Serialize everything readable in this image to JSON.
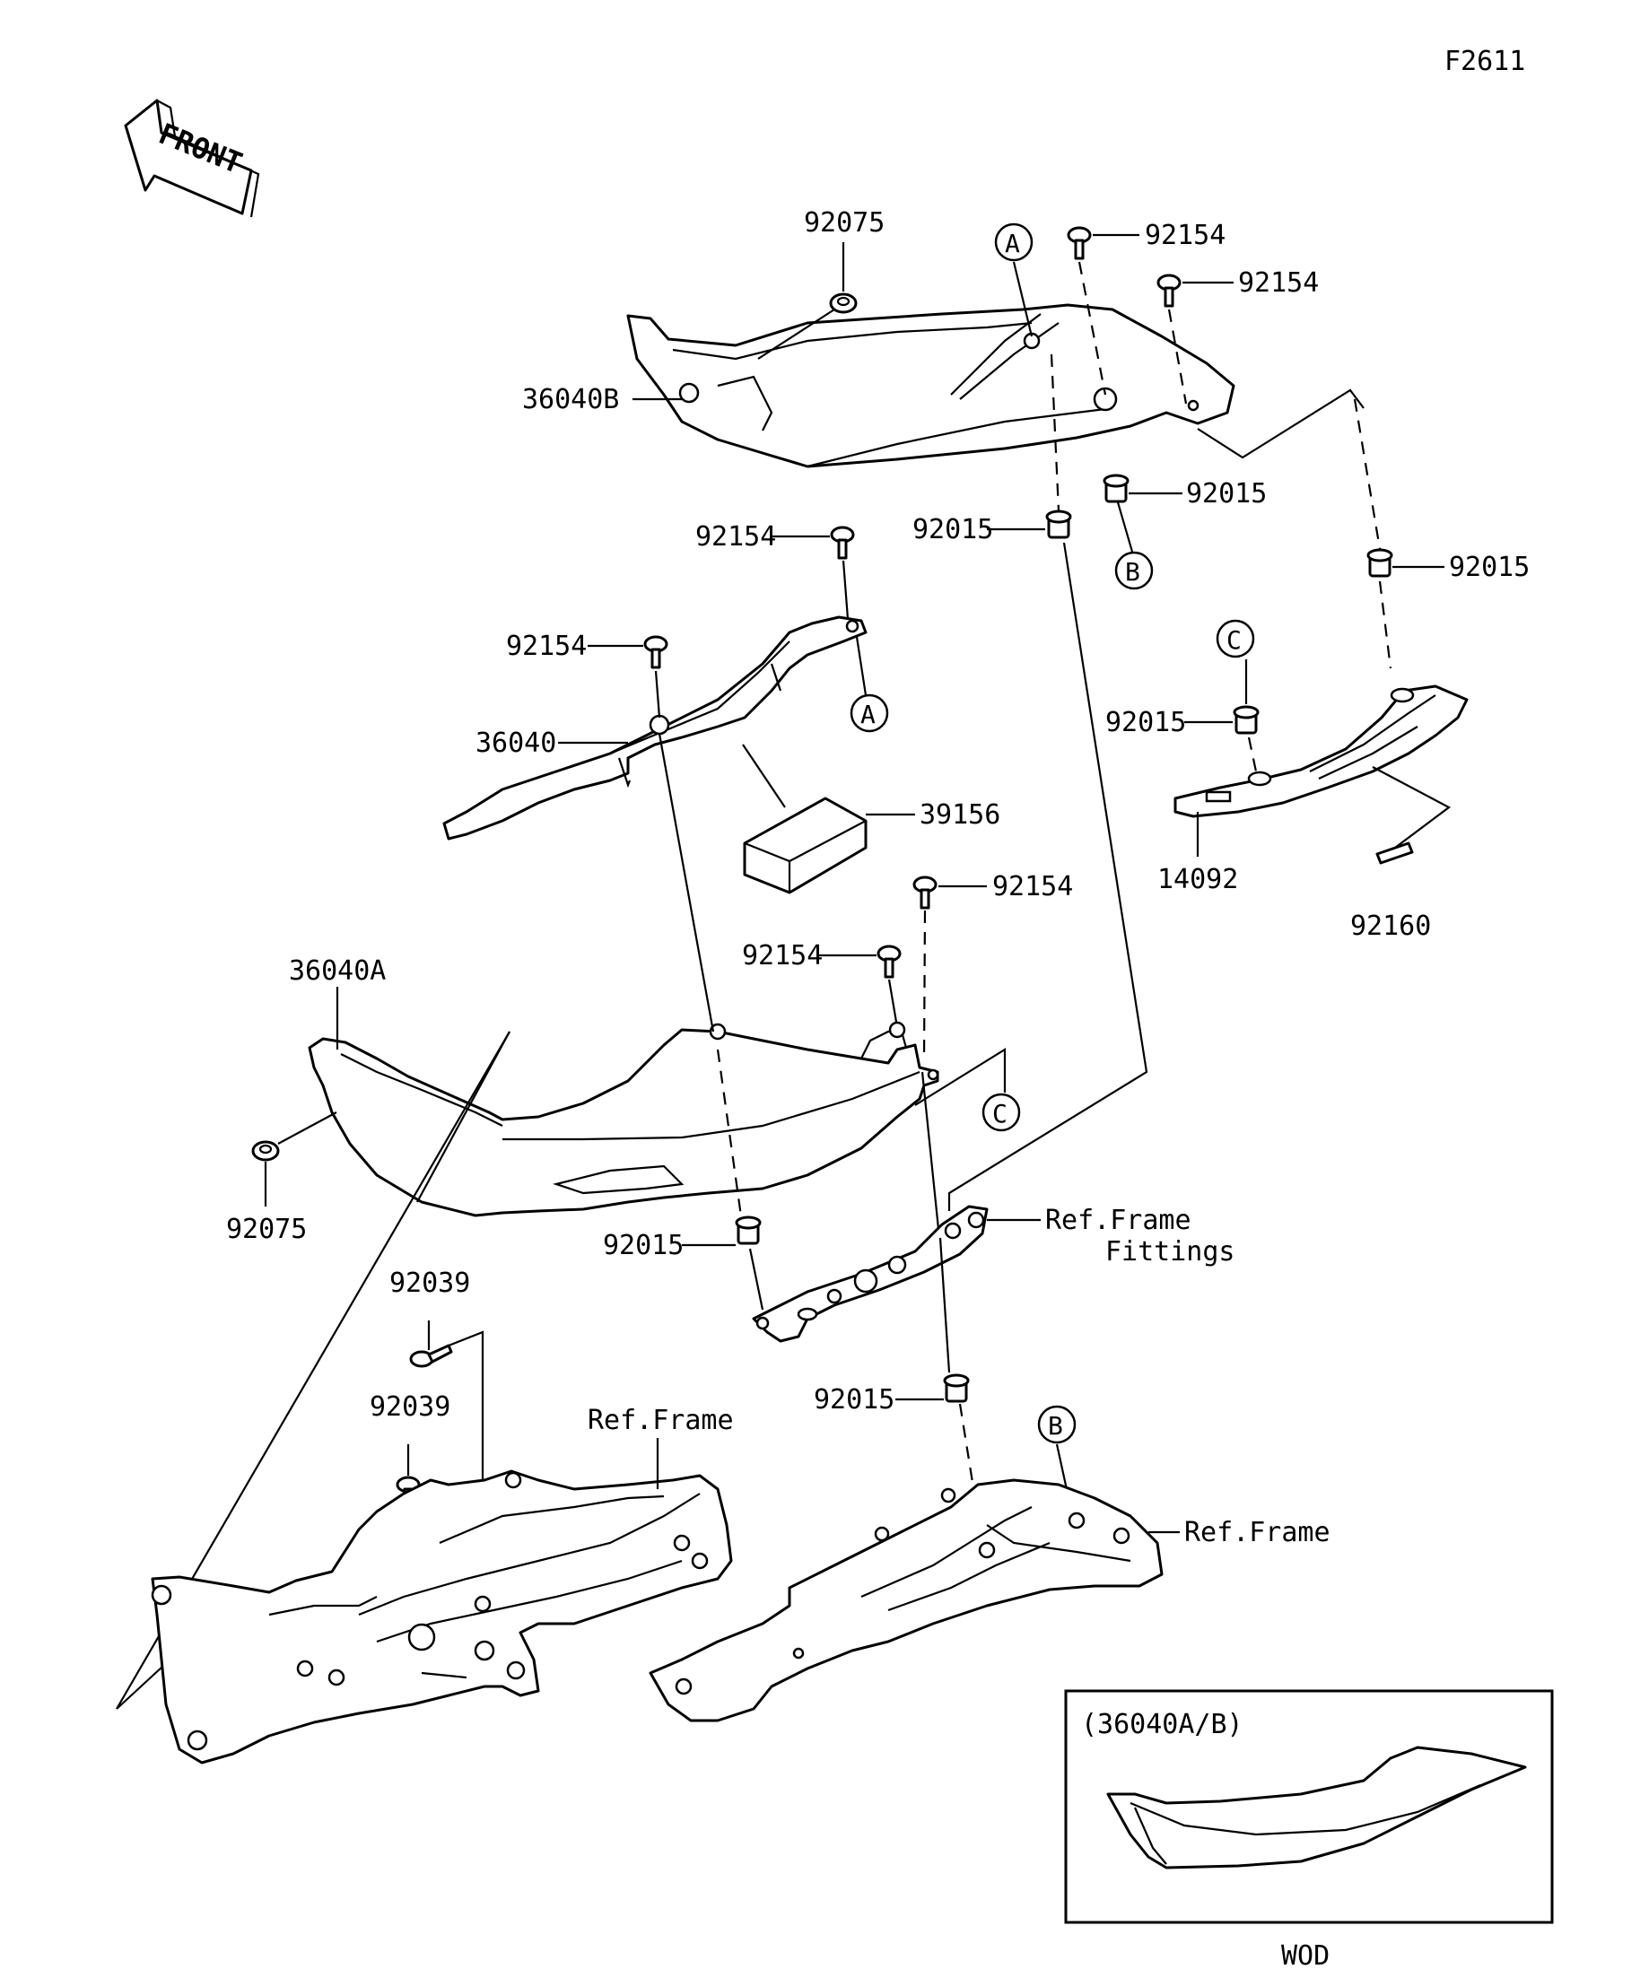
{
  "figure_code": "F2611",
  "front_arrow_text": "FRONT",
  "labels": {
    "p92075_top": "92075",
    "p36040B": "36040B",
    "p92154_a": "92154",
    "p92154_b": "92154",
    "p92015_a": "92015",
    "p92015_b": "92015",
    "p92015_c": "92015",
    "p92154_c": "92154",
    "p92154_d": "92154",
    "p36040": "36040",
    "p39156": "39156",
    "p92015_d": "92015",
    "p14092": "14092",
    "p92160": "92160",
    "p92154_e": "92154",
    "p92154_f": "92154",
    "p36040A": "36040A",
    "p92075_bottom": "92075",
    "p92015_e": "92015",
    "ref_frame_fittings_1": "Ref.Frame",
    "ref_frame_fittings_2": "Fittings",
    "p92039_a": "92039",
    "p92039_b": "92039",
    "ref_frame_left": "Ref.Frame",
    "p92015_f": "92015",
    "ref_frame_right": "Ref.Frame"
  },
  "callouts": {
    "a1": "A",
    "a2": "A",
    "b1": "B",
    "b2": "B",
    "c1": "C",
    "c2": "C"
  },
  "inset": {
    "title": "(36040A/B)",
    "caption": "WOD"
  }
}
